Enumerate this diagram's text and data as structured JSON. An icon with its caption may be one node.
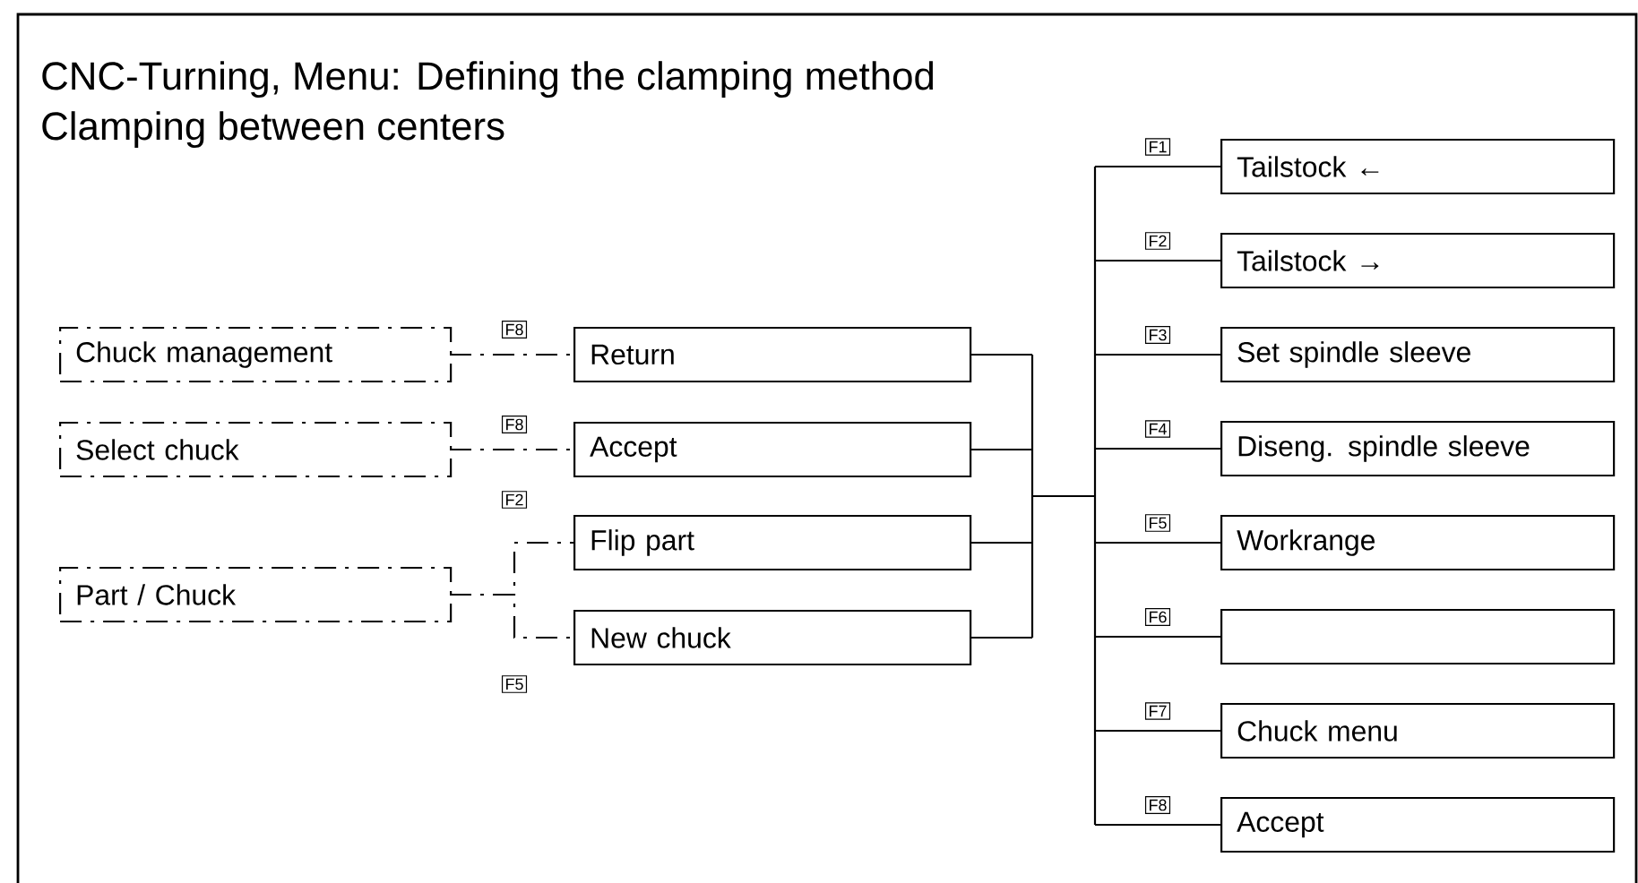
{
  "diagram": {
    "title": "CNC-Turning, Menu: Defining the clamping method",
    "nodes": [
      {
        "text": [
          "Chuck management"
        ]
      },
      {
        "text": [
          "Select chuck"
        ]
      },
      {
        "text": [
          "Part / Chuck"
        ]
      },
      {
        "text": [
          "Return"
        ]
      },
      {
        "text": [
          "Accept"
        ]
      },
      {
        "text": [
          "Flip part"
        ]
      },
      {
        "text": [
          "New chuck"
        ]
      },
      {
        "text": [
          "Tailstock ←"
        ]
      },
      {
        "text": [
          "Tailstock →"
        ]
      },
      {
        "text": [
          "Set spindle sleeve"
        ]
      },
      {
        "text": [
          "Diseng. spindle sleeve"
        ]
      },
      {
        "text": [
          "Workrange"
        ]
      },
      {
        "text": [],
        "shape": "box"
      },
      {
        "text": [
          "Chuck menu"
        ]
      },
      {
        "text": [
          "Accept"
        ]
      }
    ],
    "edges": [
      {
        "from": 0,
        "to": 3,
        "arrow": "none",
        "label": "F8",
        "style": "dashed"
      },
      {
        "from": 1,
        "to": 4,
        "arrow": "none",
        "label": "F8",
        "style": "dashed"
      },
      {
        "from": 2,
        "to": 5,
        "arrow": "none",
        "label": "F2",
        "style": "dashed"
      },
      {
        "from": 2,
        "to": 6,
        "arrow": "none",
        "label": "F5",
        "style": "dashed"
      },
      {
        "from": 3,
        "to": 7,
        "arrow": "none"
      },
      {
        "from": 3,
        "to": 8,
        "arrow": "none"
      },
      {
        "from": 3,
        "to": 9,
        "arrow": "none"
      },
      {
        "from": 3,
        "to": 10,
        "arrow": "none"
      },
      {
        "from": 3,
        "to": 11,
        "arrow": "none"
      },
      {
        "from": 3,
        "to": 12,
        "arrow": "none"
      },
      {
        "from": 3,
        "to": 13,
        "arrow": "none"
      },
      {
        "from": 3,
        "to": 14,
        "arrow": "none"
      },
      {
        "from": 4,
        "to": 7,
        "arrow": "none"
      },
      {
        "from": 4,
        "to": 8,
        "arrow": "none"
      },
      {
        "from": 4,
        "to": 9,
        "arrow": "none"
      },
      {
        "from": 4,
        "to": 10,
        "arrow": "none"
      },
      {
        "from": 4,
        "to": 11,
        "arrow": "none"
      },
      {
        "from": 4,
        "to": 12,
        "arrow": "none"
      },
      {
        "from": 4,
        "to": 13,
        "arrow": "none"
      },
      {
        "from": 4,
        "to": 14,
        "arrow": "none"
      },
      {
        "from": 5,
        "to": 7,
        "arrow": "none"
      },
      {
        "from": 5,
        "to": 8,
        "arrow": "none"
      },
      {
        "from": 5,
        "to": 9,
        "arrow": "none"
      },
      {
        "from": 5,
        "to": 10,
        "arrow": "none"
      },
      {
        "from": 5,
        "to": 11,
        "arrow": "none"
      },
      {
        "from": 5,
        "to": 12,
        "arrow": "none"
      },
      {
        "from": 5,
        "to": 13,
        "arrow": "none"
      },
      {
        "from": 5,
        "to": 14,
        "arrow": "none"
      },
      {
        "from": 6,
        "to": 7,
        "arrow": "none"
      },
      {
        "from": 6,
        "to": 8,
        "arrow": "none"
      },
      {
        "from": 6,
        "to": 9,
        "arrow": "none"
      },
      {
        "from": 6,
        "to": 10,
        "arrow": "none"
      },
      {
        "from": 6,
        "to": 11,
        "arrow": "none"
      },
      {
        "from": 6,
        "to": 12,
        "arrow": "none"
      },
      {
        "from": 6,
        "to": 13,
        "arrow": "none"
      },
      {
        "from": 6,
        "to": 14,
        "arrow": "none"
      }
    ],
    "labels": [
      "Clamping between centers",
      "F1",
      "F2",
      "F3",
      "F4",
      "F5",
      "F6",
      "F7",
      "F8"
    ]
  }
}
